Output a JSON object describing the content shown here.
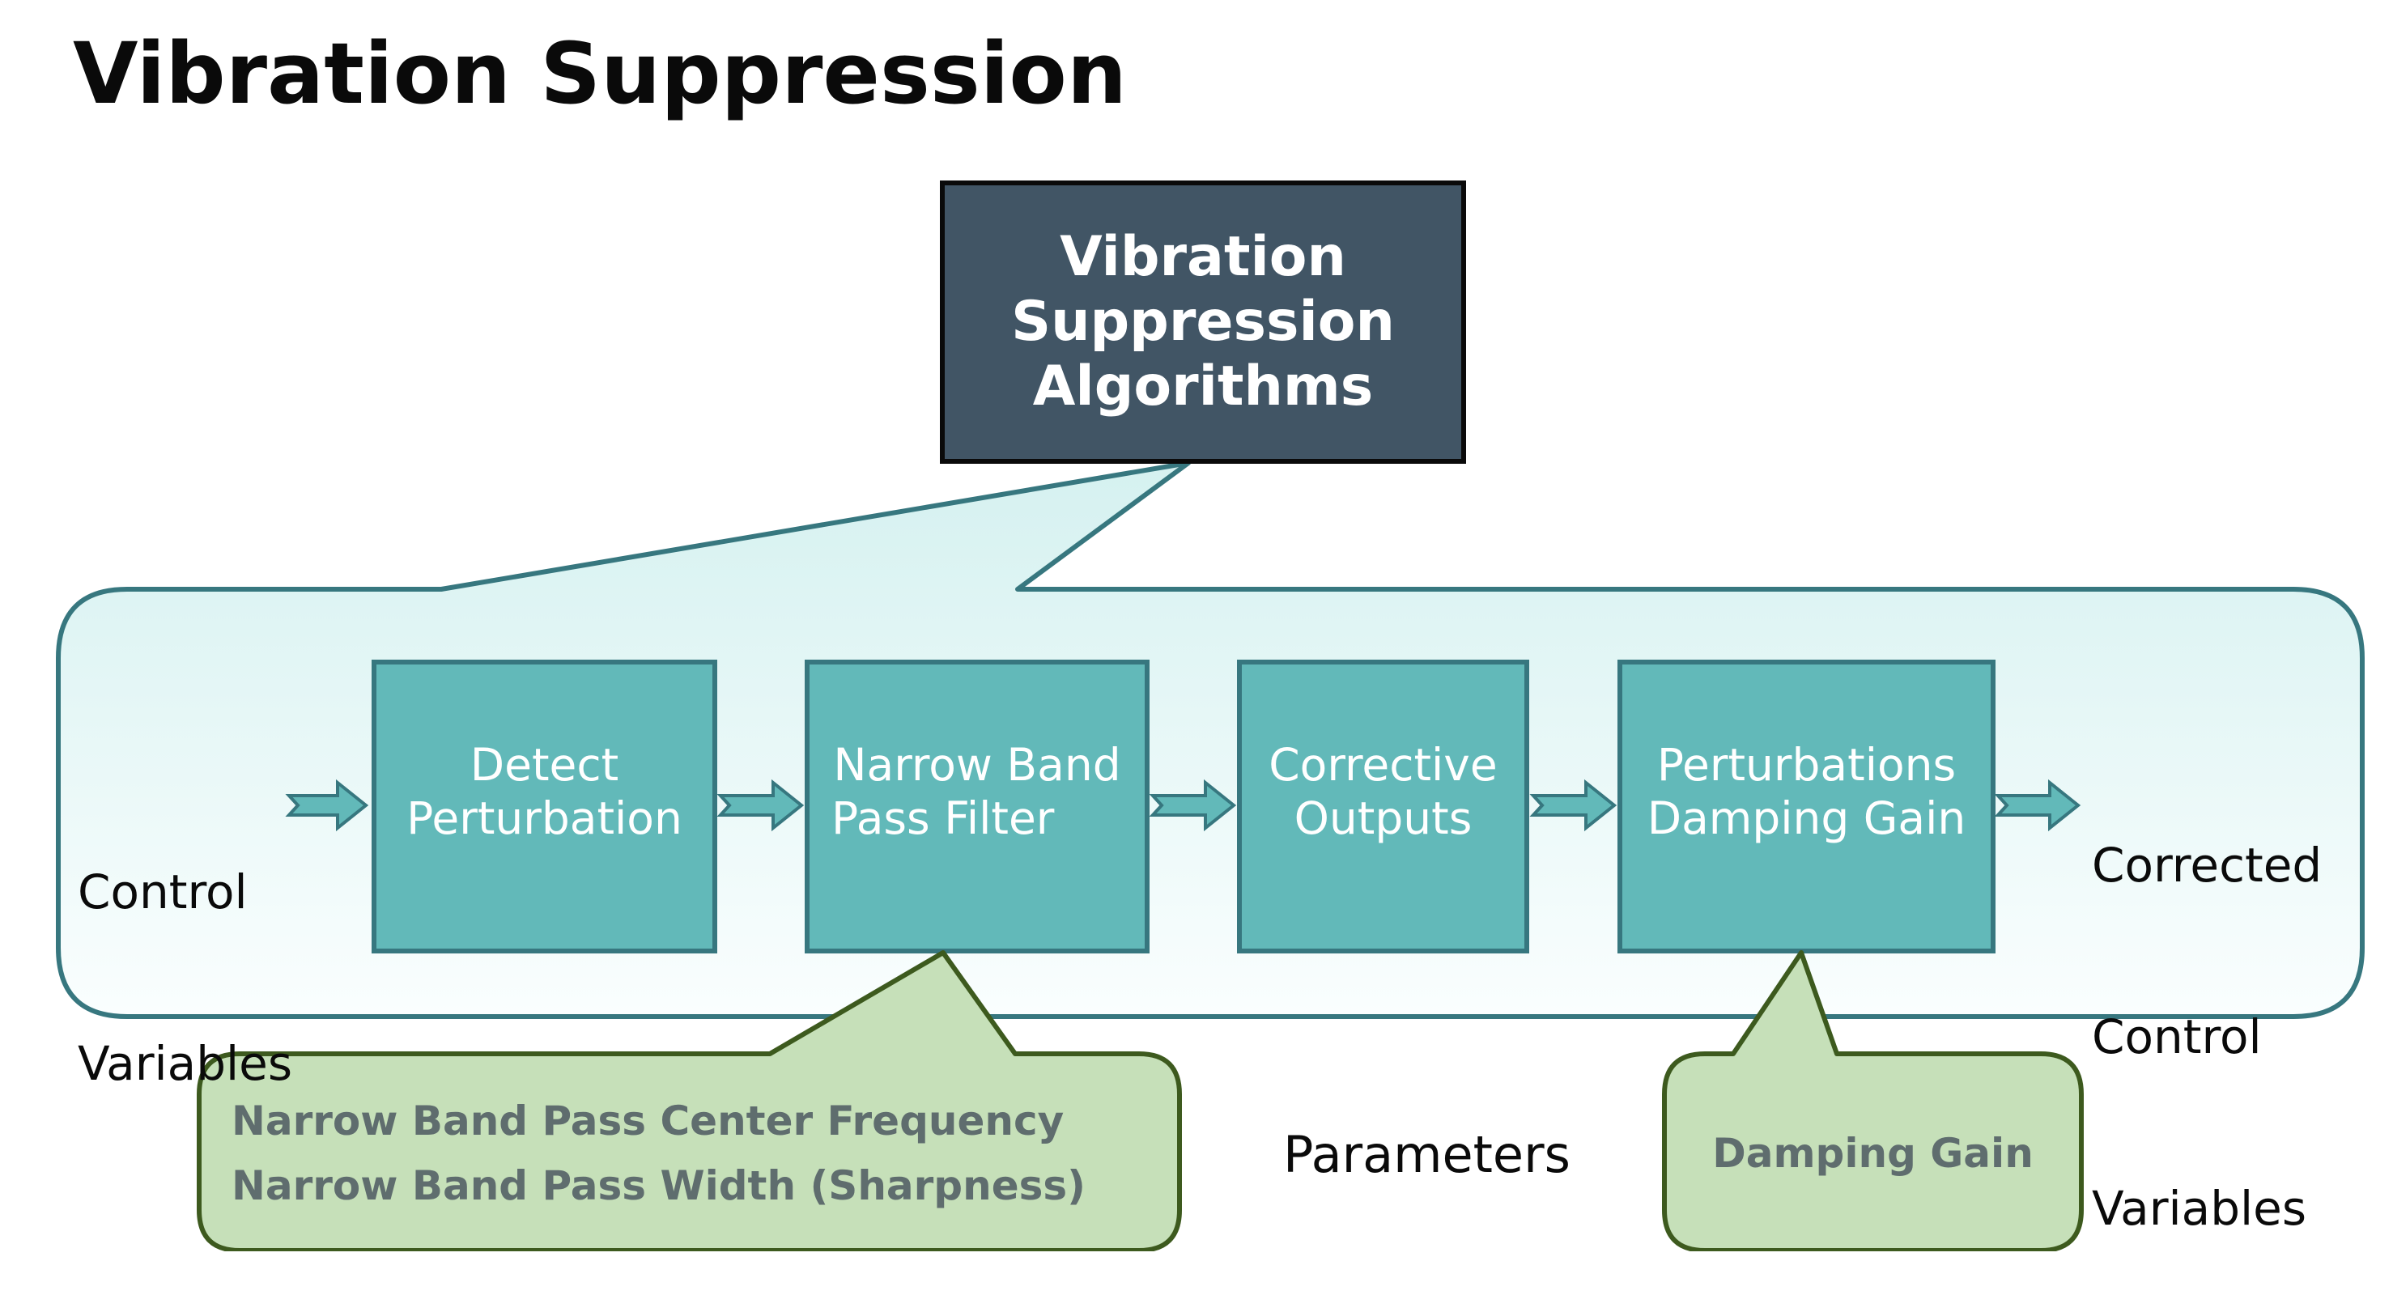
{
  "title": "Vibration Suppression",
  "header_box": {
    "lines": [
      "Vibration",
      "Suppression",
      "Algorithms"
    ]
  },
  "input_label": {
    "lines": [
      "Control",
      "Variables"
    ]
  },
  "output_label": {
    "lines": [
      "Corrected",
      "Control",
      "Variables"
    ]
  },
  "steps": [
    {
      "id": "detect",
      "lines": [
        "Detect",
        "Perturbation"
      ]
    },
    {
      "id": "filter",
      "lines": [
        "Narrow Band",
        "Pass Filter"
      ]
    },
    {
      "id": "corrective",
      "lines": [
        "Corrective",
        "Outputs"
      ]
    },
    {
      "id": "damping",
      "lines": [
        "Perturbations",
        "Damping Gain"
      ]
    }
  ],
  "parameter_callouts": [
    {
      "attached_to": "Narrow Band Pass Filter",
      "lines": [
        "Narrow Band Pass Center Frequency",
        "Narrow Band Pass Width (Sharpness)"
      ]
    },
    {
      "attached_to": "Perturbations Damping Gain",
      "lines": [
        "Damping Gain"
      ]
    }
  ],
  "parameters_label": "Parameters",
  "colors": {
    "header_box_fill": "#415565",
    "header_box_border": "#0a0a0a",
    "container_border": "#37777f",
    "container_fill_top": "#d5f1f0",
    "container_fill_bottom": "#fafefe",
    "step_fill": "#62b9b9",
    "step_border": "#37777f",
    "param_fill": "#c6e0b9",
    "param_border": "#3d5a1e",
    "param_text": "#5f6d6e"
  }
}
